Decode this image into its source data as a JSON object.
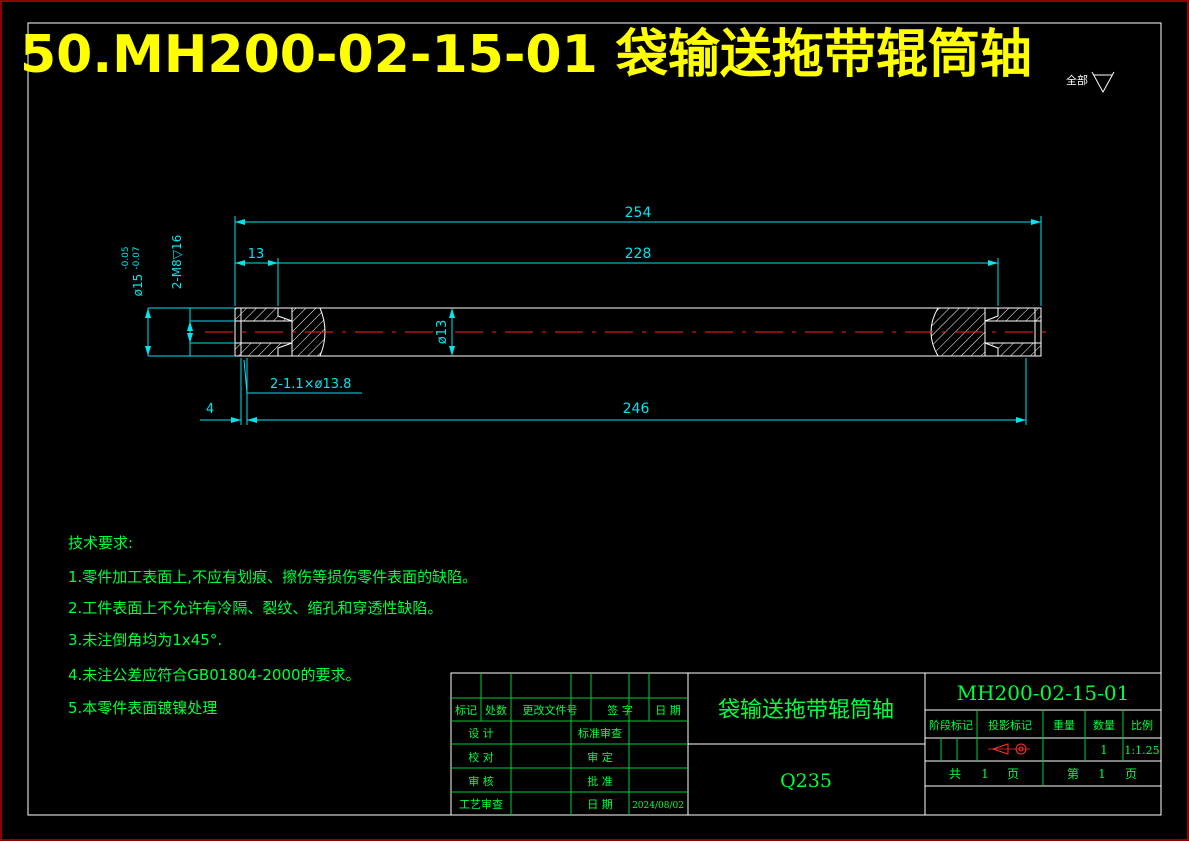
{
  "title_banner": "50.MH200-02-15-01 袋输送拖带辊筒轴",
  "roughness_note": "全部",
  "dimensions": {
    "overall_length": "254",
    "inner_length": "228",
    "end_offset": "13",
    "bar_diameter": "ø13",
    "end_diameter": "ø15",
    "tol_upper": "-0.05",
    "tol_lower": "-0.07",
    "thread": "2-M8▽16",
    "groove": "2-1.1×ø13.8",
    "groove_offset": "4",
    "groove_span": "246"
  },
  "tech_requirements": {
    "heading": "技术要求:",
    "items": [
      "1.零件加工表面上,不应有划痕、擦伤等损伤零件表面的缺陷。",
      "2.工件表面上不允许有冷隔、裂纹、缩孔和穿透性缺陷。",
      "3.未注倒角均为1x45°.",
      "4.未注公差应符合GB01804-2000的要求。",
      "5.本零件表面镀镍处理"
    ]
  },
  "title_block": {
    "headers": [
      "标记",
      "处数",
      "更改文件号",
      "签 字",
      "日 期"
    ],
    "design": "设 计",
    "standard_review": "标准审查",
    "proofread": "校 对",
    "review": "审 定",
    "audit": "审 核",
    "approve": "批 准",
    "process_review": "工艺审查",
    "date_label": "日 期",
    "date_value": "2024/08/02",
    "part_name": "袋输送拖带辊筒轴",
    "material": "Q235",
    "drawing_no": "MH200-02-15-01",
    "stage_mark": "阶段标记",
    "projection": "投影标记",
    "weight": "重量",
    "quantity": "数量",
    "scale": "比例",
    "quantity_value": "1",
    "scale_value": "1:1.25",
    "total": "共",
    "total_value": "1",
    "page_unit": "页",
    "sheet": "第",
    "sheet_value": "1",
    "sheet_unit": "页"
  }
}
